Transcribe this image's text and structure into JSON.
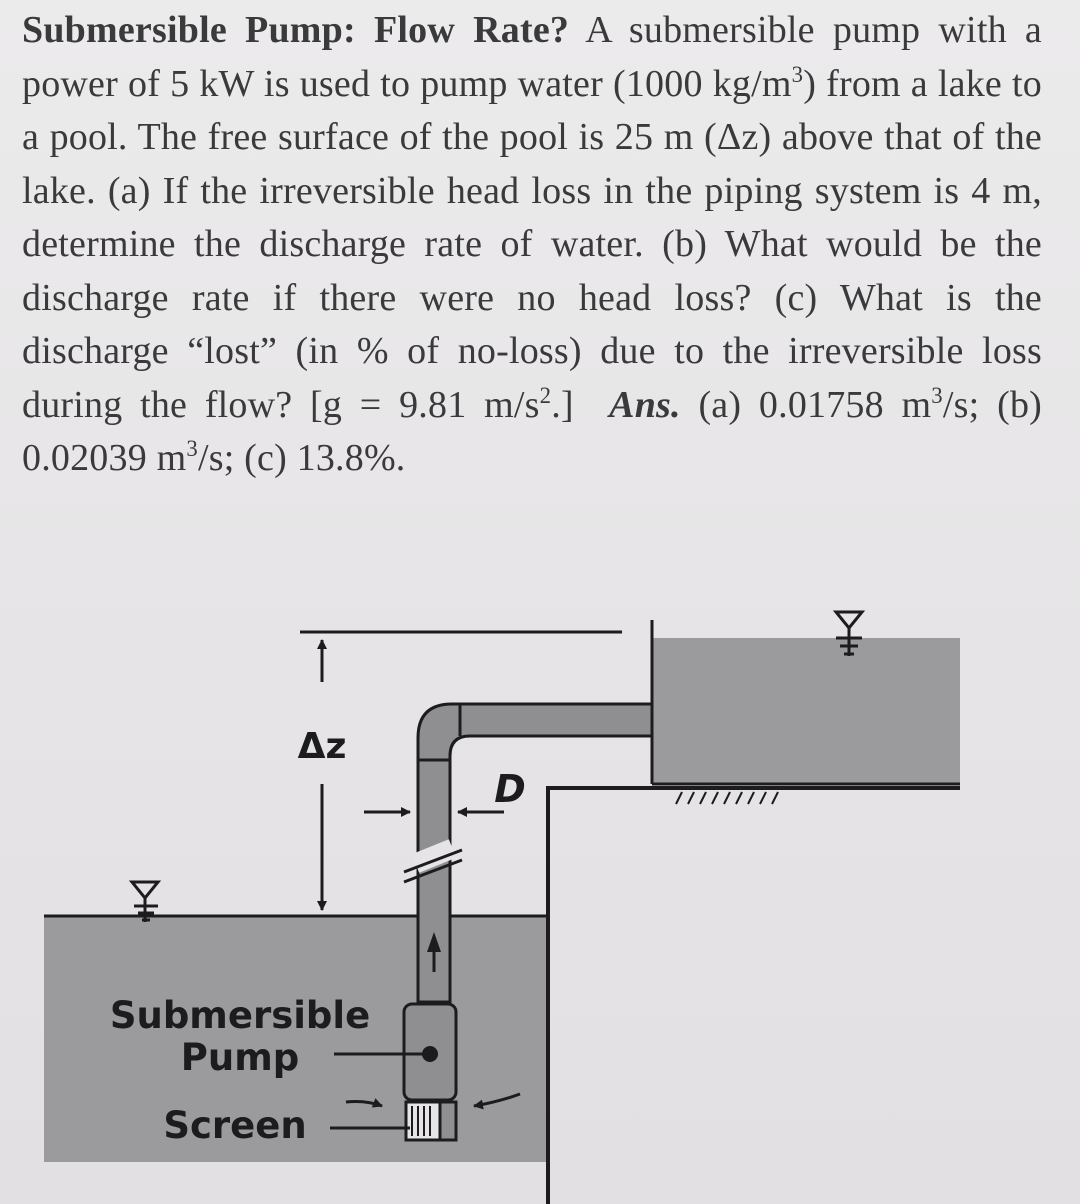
{
  "problem": {
    "title": "Submersible Pump: Flow Rate?",
    "s1": "A submersible pump with a power of 5 kW is used to pump water (1000 kg/m",
    "s1_sup": "3",
    "s2": ") from a lake to a pool. The free surface of the pool is 25 m (Δz) above that of the lake. (a) If the irreversible head loss in the piping system is 4 m, determine the discharge rate of water. (b) What would be the discharge rate if there were no head loss? (c) What is the discharge “lost” (in % of no-loss) due to the irreversible loss during the flow? [g = 9.81 m/s",
    "s2_sup": "2",
    "s3": ".]",
    "ans_label": "Ans.",
    "ans_a": "(a) 0.01758 m",
    "ans_a_sup": "3",
    "ans_b": "/s; (b) 0.02039 m",
    "ans_b_sup": "3",
    "ans_c": "/s; (c) 13.8%."
  },
  "figure": {
    "delta_z_label": "Δz",
    "diameter_label": "D",
    "pump_label_line1": "Submersible",
    "pump_label_line2": "Pump",
    "screen_label": "Screen",
    "colors": {
      "water": "#9b9a9c",
      "pipe": "#8f8e90",
      "line": "#1c1c1e"
    }
  }
}
